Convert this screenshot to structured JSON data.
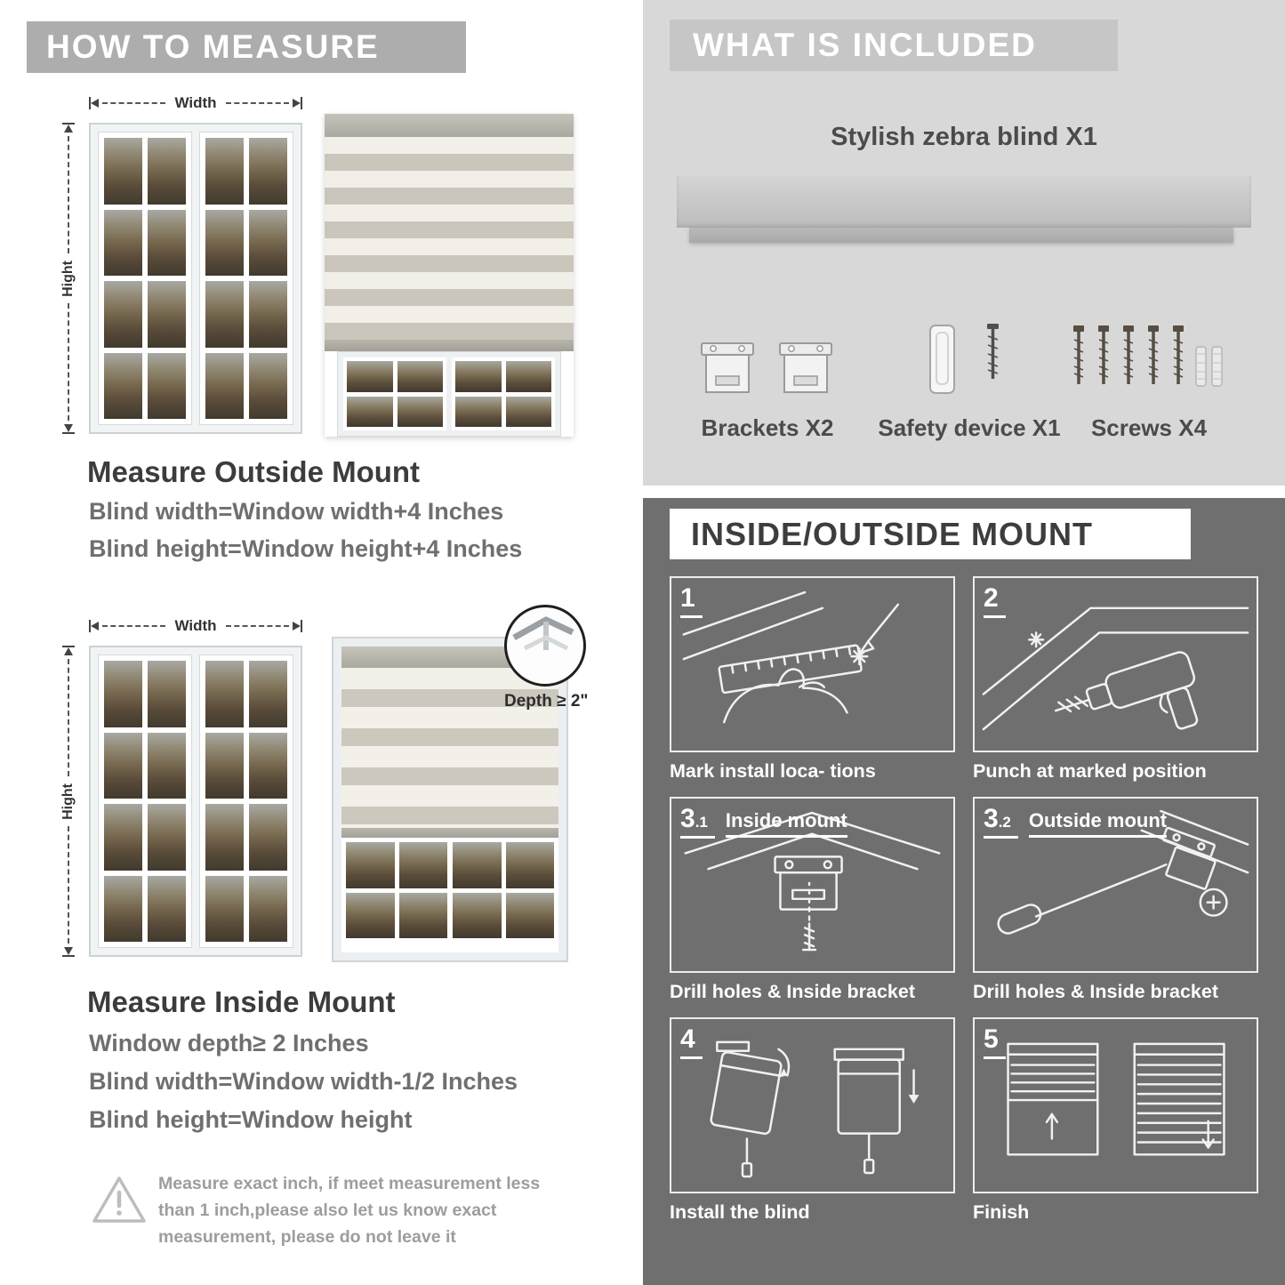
{
  "left": {
    "header": "HOW TO MEASURE",
    "fig1": {
      "width_label": "Width",
      "height_label": "Hight"
    },
    "outside_mount": {
      "title": "Measure Outside Mount",
      "line1": "Blind width=Window width+4 Inches",
      "line2": "Blind height=Window height+4 Inches"
    },
    "fig2": {
      "width_label": "Width",
      "height_label": "Hight",
      "depth_label": "Depth ≥ 2\""
    },
    "inside_mount": {
      "title": "Measure Inside Mount",
      "line1": "Window depth≥ 2 Inches",
      "line2": "Blind width=Window width-1/2 Inches",
      "line3": "Blind height=Window height"
    },
    "warning_text": "Measure exact inch, if meet measurement less than 1 inch,please also let us know exact measurement, please do not leave it"
  },
  "included": {
    "header": "WHAT IS INCLUDED",
    "blind_label": "Stylish zebra blind X1",
    "items": [
      {
        "label": "Brackets X2"
      },
      {
        "label": "Safety device X1"
      },
      {
        "label": "Screws X4"
      }
    ]
  },
  "mount": {
    "header": "INSIDE/OUTSIDE MOUNT",
    "steps": [
      {
        "num": "1",
        "caption": "Mark install loca- tions"
      },
      {
        "num": "2",
        "caption": "Punch at  marked position"
      },
      {
        "num": "3",
        "sub": ".1",
        "title": "Inside mount",
        "caption": "Drill holes &  Inside bracket"
      },
      {
        "num": "3",
        "sub": ".2",
        "title": "Outside mount",
        "caption": "Drill holes &  Inside bracket"
      },
      {
        "num": "4",
        "caption": "Install the blind"
      },
      {
        "num": "5",
        "caption": "Finish"
      }
    ]
  },
  "colors": {
    "banner_gray": "#adadad",
    "light_section": "#d8d8d8",
    "dark_section": "#6f6f6f"
  }
}
